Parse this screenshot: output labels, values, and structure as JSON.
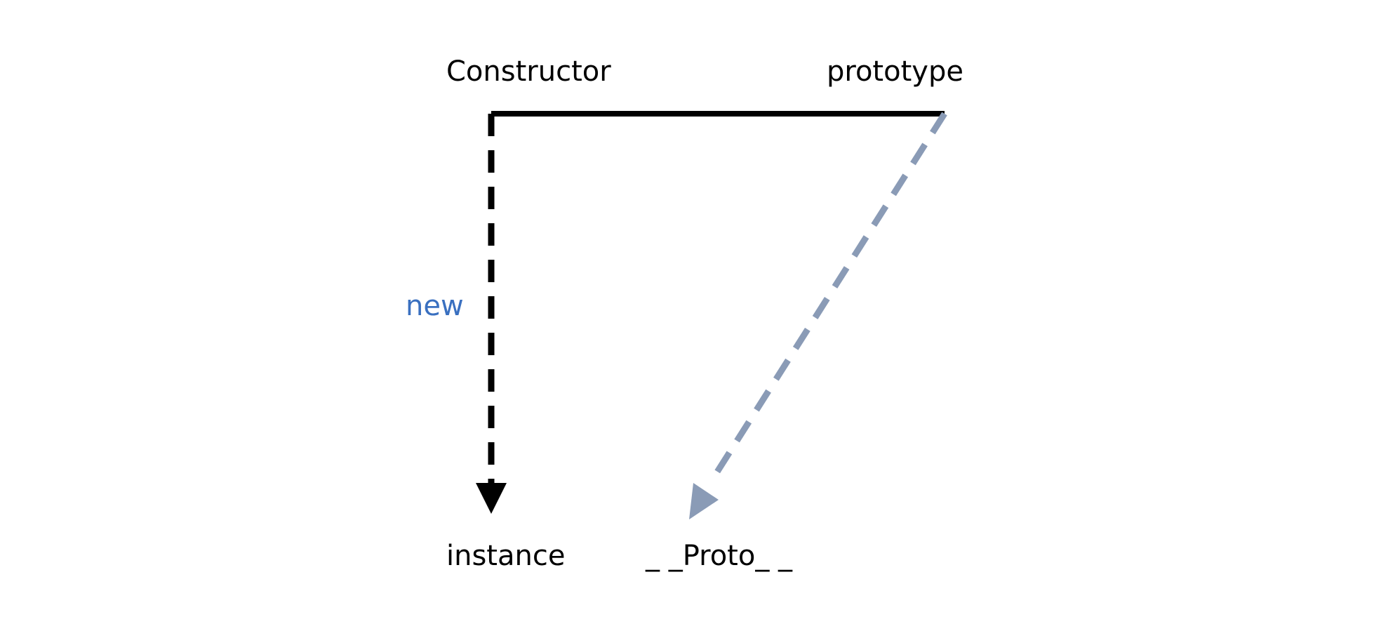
{
  "labels": {
    "constructor": "Constructor",
    "prototype": "prototype",
    "new": "new",
    "instance": "instance",
    "proto": "_ _Proto_ _"
  },
  "colors": {
    "text": "#000000",
    "new_label": "#3a70c0",
    "solid_line": "#000000",
    "new_arrow": "#000000",
    "proto_arrow": "#8a9bb6",
    "background": "#ffffff"
  }
}
